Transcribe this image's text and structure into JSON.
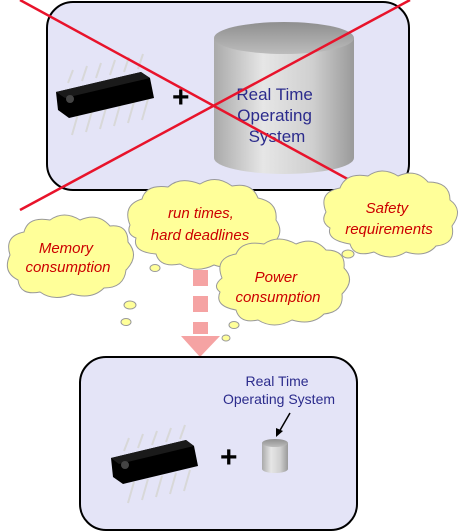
{
  "top_panel": {
    "plus": "+",
    "rtos_label_lines": [
      "Real Time",
      "Operating",
      "System"
    ],
    "crossed_out": true,
    "cross_color": "#e8132b"
  },
  "bottom_panel": {
    "plus": "+",
    "rtos_label_lines": [
      "Real Time",
      "Operating System"
    ]
  },
  "clouds": {
    "run_times": [
      "run times,",
      "hard deadlines"
    ],
    "safety": [
      "Safety",
      "requirements"
    ],
    "memory": [
      "Memory",
      "consumption"
    ],
    "power": [
      "Power",
      "consumption"
    ]
  },
  "colors": {
    "panel_fill": "#e4e4f7",
    "cloud_fill": "#ffff99",
    "cloud_text": "#cc0000",
    "arrow": "#f5a3a3",
    "label_text": "#2b2b8c"
  }
}
